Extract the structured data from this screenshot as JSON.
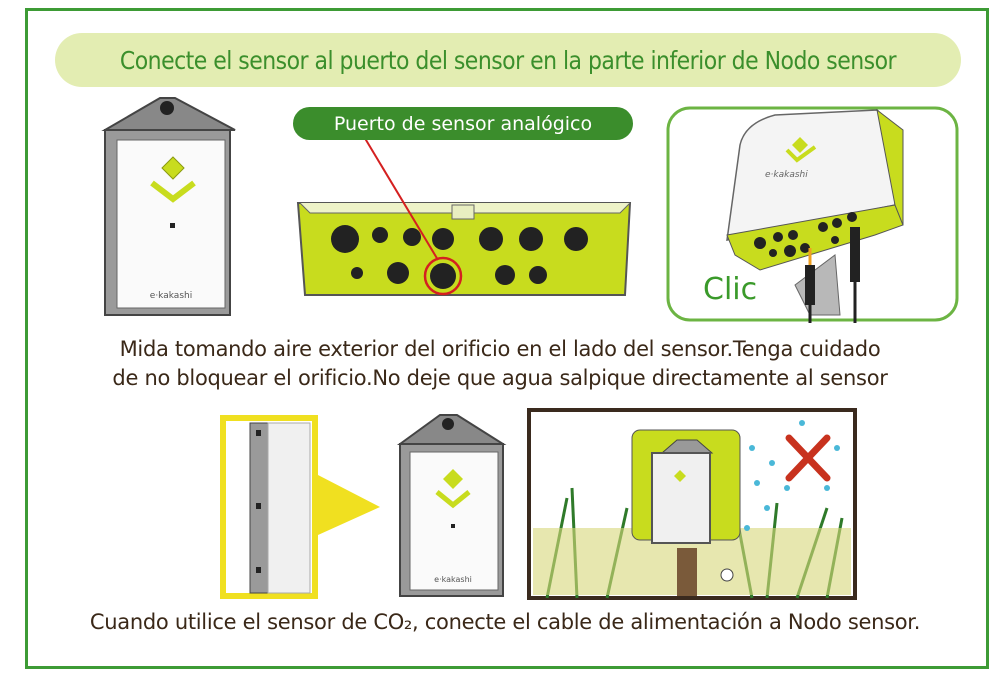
{
  "title": "Conecte el sensor al puerto del sensor en la parte inferior de Nodo sensor",
  "port_label": "Puerto de sensor analógico",
  "click_label": "Clic",
  "instructions": [
    "Mida tomando aire exterior del orificio en el lado del sensor.Tenga cuidado",
    "de no bloquear el orificio.No deje que agua salpique directamente al sensor"
  ],
  "caption": "Cuando utilice el sensor de CO₂, conecte el cable de alimentación a Nodo sensor.",
  "brand_logo_text": "e-kakashi",
  "colors": {
    "border": "#3d9b35",
    "title_bg": "#e3edb2",
    "accent_lime": "#c8dc1e",
    "text": "#3a2818",
    "pill": "#3b8d2c",
    "cross": "#c8321e"
  }
}
